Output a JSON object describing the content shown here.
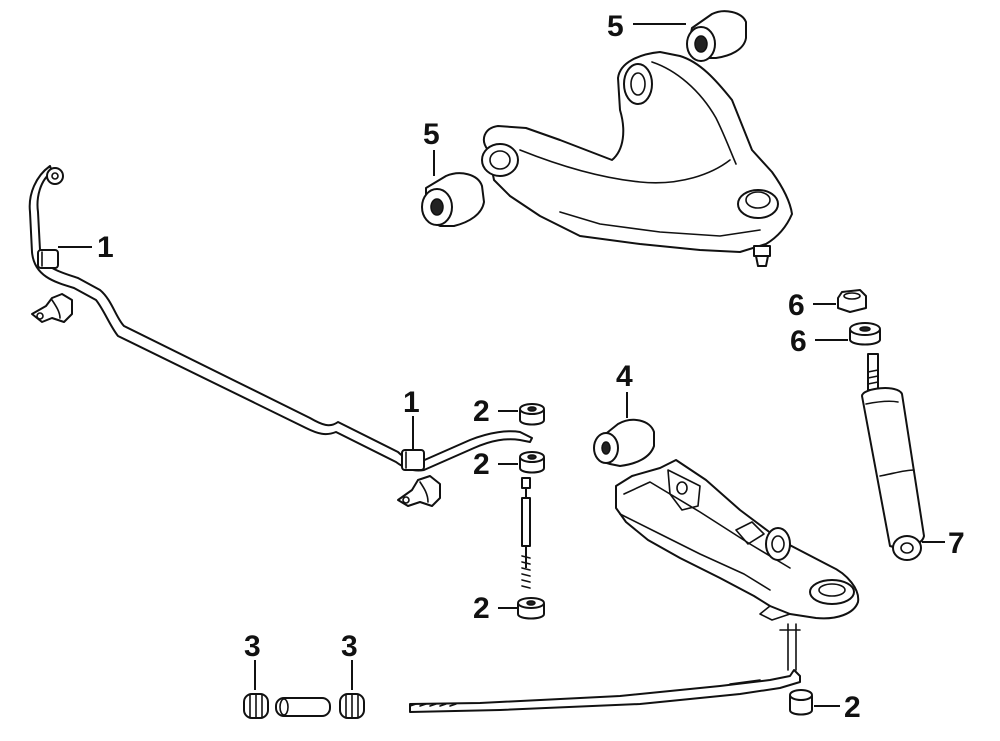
{
  "diagram": {
    "callouts": [
      {
        "id": "c1a",
        "label": "1"
      },
      {
        "id": "c1b",
        "label": "1"
      },
      {
        "id": "c2a",
        "label": "2"
      },
      {
        "id": "c2b",
        "label": "2"
      },
      {
        "id": "c2c",
        "label": "2"
      },
      {
        "id": "c2d",
        "label": "2"
      },
      {
        "id": "c3a",
        "label": "3"
      },
      {
        "id": "c3b",
        "label": "3"
      },
      {
        "id": "c4",
        "label": "4"
      },
      {
        "id": "c5a",
        "label": "5"
      },
      {
        "id": "c5b",
        "label": "5"
      },
      {
        "id": "c6a",
        "label": "6"
      },
      {
        "id": "c6b",
        "label": "6"
      },
      {
        "id": "c7",
        "label": "7"
      }
    ]
  }
}
